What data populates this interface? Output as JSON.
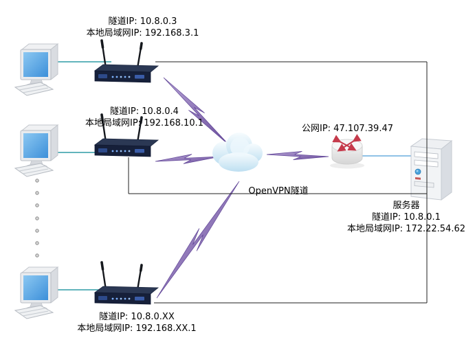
{
  "diagram": {
    "clients": [
      {
        "tunnel_ip": "隧道IP: 10.8.0.3",
        "lan_ip": "本地局域网IP: 192.168.3.1"
      },
      {
        "tunnel_ip": "隧道IP: 10.8.0.4",
        "lan_ip": "本地局域网IP: 192.168.10.1"
      },
      {
        "tunnel_ip": "隧道IP: 10.8.0.XX",
        "lan_ip": "本地局域网IP: 192.168.XX.1"
      }
    ],
    "wan": {
      "public_ip": "公网IP: 47.107.39.47"
    },
    "tunnel": {
      "label": "OpenVPN隧道"
    },
    "server": {
      "name": "服务器",
      "tunnel_ip": "隧道IP: 10.8.0.1",
      "lan_ip": "本地局域网IP: 172.22.54.62"
    },
    "colors": {
      "tunnel_link_purple": "#8f76ba",
      "tunnel_link_edge": "#5f4496",
      "lan_link_teal": "#2e9ba6",
      "wan_link_blue": "#6aaede",
      "cloud_blue": "#cfe7f5",
      "router_arrow_red": "#c53a4b",
      "frame_black": "#1f1f1f"
    }
  }
}
